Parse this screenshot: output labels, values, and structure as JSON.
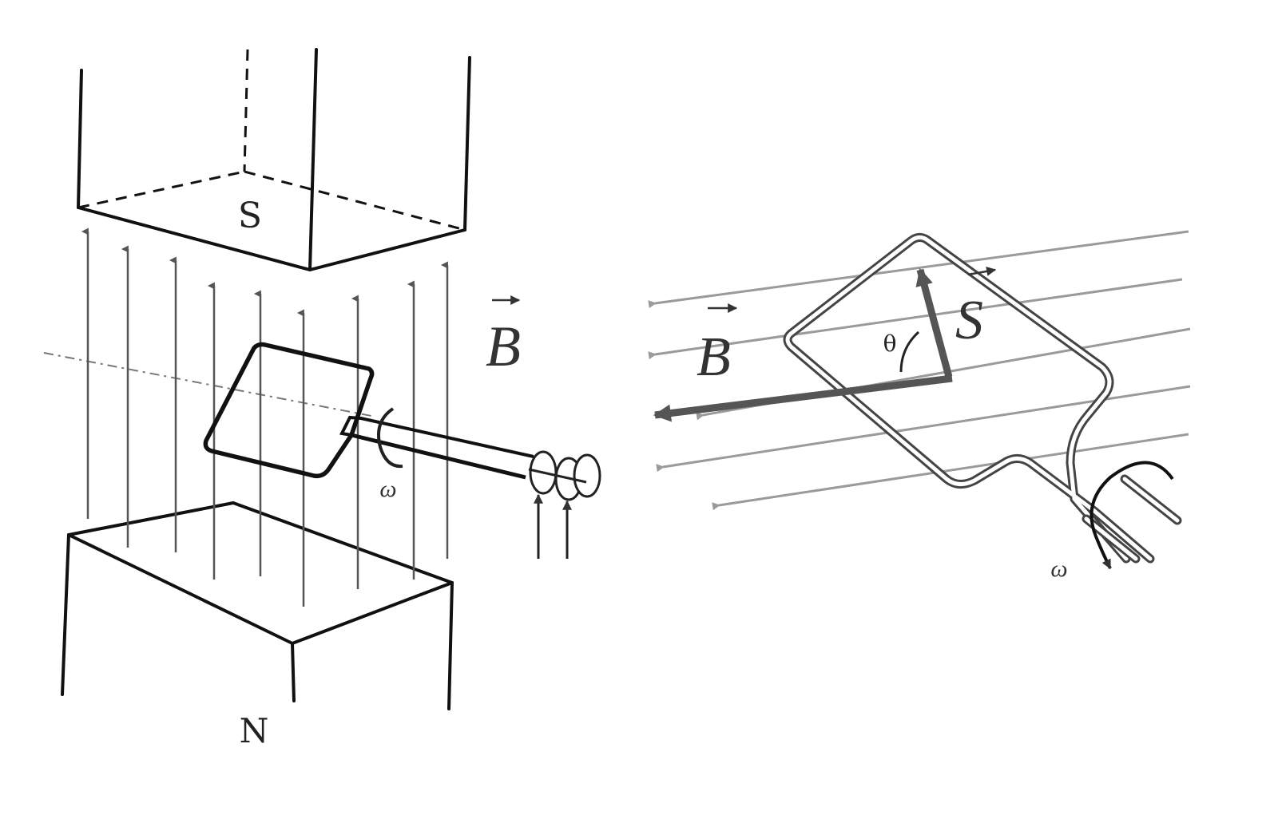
{
  "left_diagram": {
    "magnet_top_label": "S",
    "magnet_bottom_label": "N",
    "field_label": "B",
    "omega_label": "ω"
  },
  "right_diagram": {
    "field_label": "B",
    "area_vector_label": "S",
    "angle_label": "θ",
    "omega_label": "ω"
  },
  "colors": {
    "ink": "#111111",
    "field_lines": "#555555",
    "background": "#ffffff"
  }
}
